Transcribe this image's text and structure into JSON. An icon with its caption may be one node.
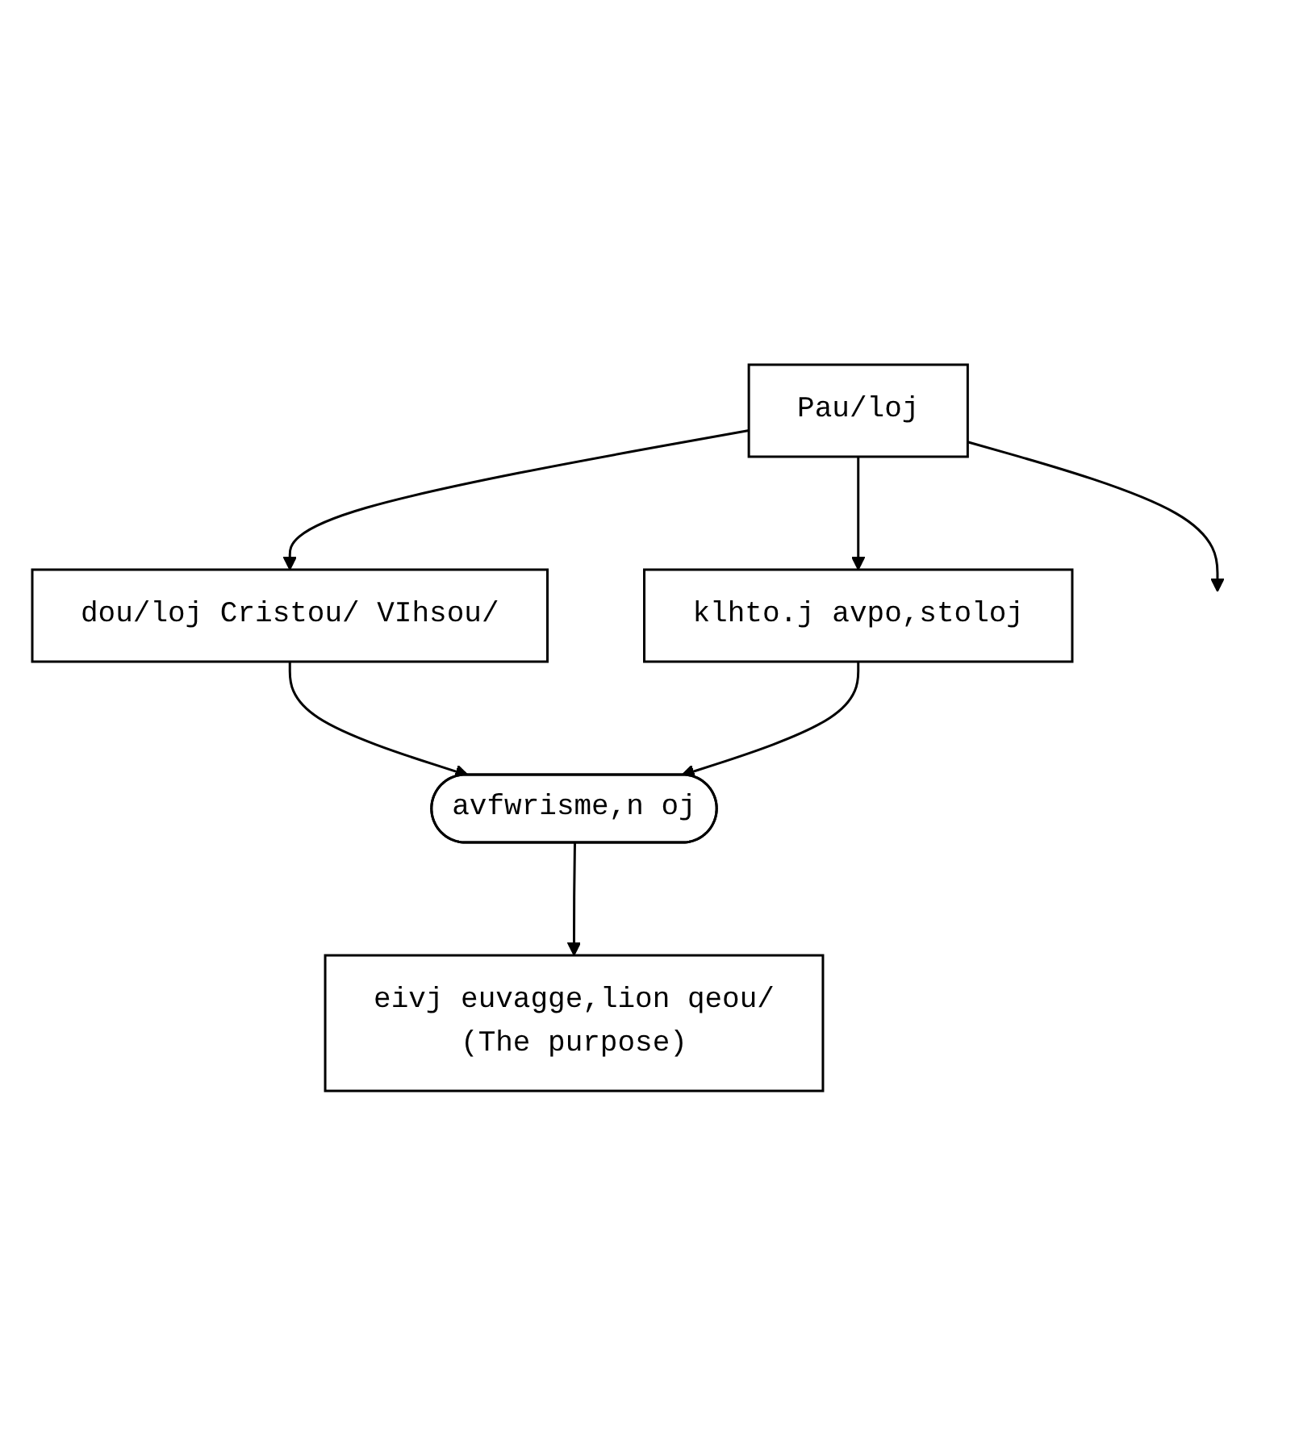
{
  "diagram": {
    "nodes": [
      {
        "text": [
          "Pau/loj"
        ]
      },
      {
        "text": [
          "dou/loj Cristou/ VIhsou/"
        ]
      },
      {
        "text": [
          "klhto.j avpo,stoloj"
        ]
      },
      {
        "text": [
          "avfwrisme,n oj"
        ]
      },
      {
        "text": [
          "eivj euvagge,lion qeou/",
          "(The purpose)"
        ]
      }
    ],
    "edges": [
      {
        "from": 0,
        "to": 1,
        "arrow": "to"
      },
      {
        "from": 0,
        "to": null,
        "arrow": "to"
      },
      {
        "from": 0,
        "to": 2,
        "arrow": "to"
      },
      {
        "from": 1,
        "to": 3,
        "arrow": "to"
      },
      {
        "from": 2,
        "to": 3,
        "arrow": "to"
      },
      {
        "from": 3,
        "to": 4,
        "arrow": "to"
      }
    ]
  }
}
